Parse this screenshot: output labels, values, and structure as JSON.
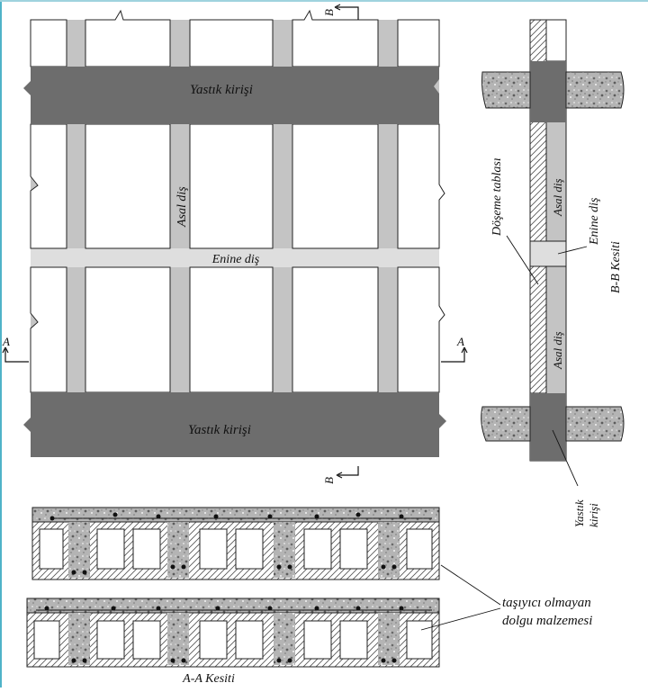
{
  "labels": {
    "yastik_top": "Yastık kirişi",
    "yastik_bottom": "Yastık kirişi",
    "asal_plan": "Asal diş",
    "enine_plan": "Enine diş",
    "section_a_left": "A",
    "section_a_right": "A",
    "section_b_top": "B",
    "section_b_bottom": "B",
    "doseme": "Döşeme tablası",
    "asal_sec_1": "Asal diş",
    "asal_sec_2": "Asal diş",
    "enine_sec": "Enine diş",
    "bb_title": "B-B Kesiti",
    "yastik_sec_1": "Yastık",
    "yastik_sec_2": "kirişi",
    "dolgu_1": "taşıyıcı olmayan",
    "dolgu_2": "dolgu malzemesi",
    "aa_title": "A-A Kesiti"
  },
  "colors": {
    "beam": "#6d6d6d",
    "rib": "#c4c4c4",
    "cross_rib": "#dedede",
    "outline": "#222222",
    "concrete": "#a9a9a9"
  }
}
